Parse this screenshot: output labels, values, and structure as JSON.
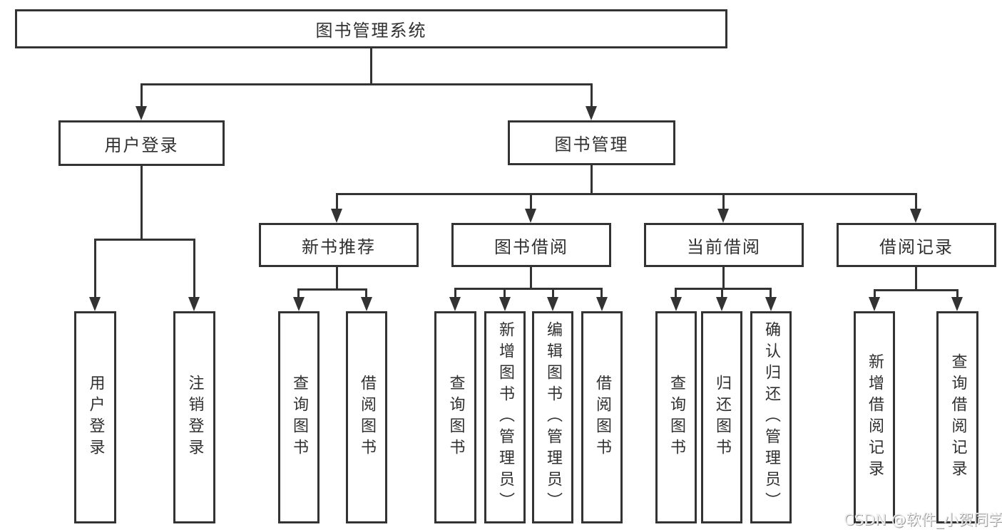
{
  "diagram": {
    "title": "图书管理系统",
    "level2": {
      "userLogin": "用户登录",
      "bookMgmt": "图书管理"
    },
    "level3": {
      "newRec": "新书推荐",
      "bookBorrow": "图书借阅",
      "currentBorrow": "当前借阅",
      "borrowRecords": "借阅记录"
    },
    "leaves": {
      "userLogin": [
        "用户登录",
        "注销登录"
      ],
      "newRec": [
        "查询图书",
        "借阅图书"
      ],
      "bookBorrow": [
        "查询图书",
        "新增图书（管理员）",
        "编辑图书（管理员）",
        "借阅图书"
      ],
      "currentBorrow": [
        "查询图书",
        "归还图书",
        "确认归还（管理员）"
      ],
      "borrowRecords": [
        "新增借阅记录",
        "查询借阅记录"
      ]
    }
  },
  "watermark": "CSDN @软件_小贺同学",
  "colors": {
    "line": "#333333",
    "text": "#303030",
    "background": "#ffffff",
    "watermark_fill": "#efefef",
    "watermark_shadow": "#9a9a9a"
  }
}
